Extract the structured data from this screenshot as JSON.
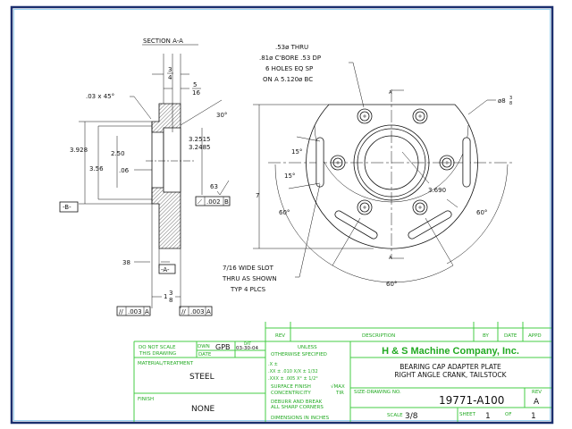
{
  "section_view": {
    "title": "SECTION A-A",
    "dim_3_4": [
      "3",
      "4"
    ],
    "dim_5_16": [
      "5",
      "16"
    ],
    "chamfer": ".03 x 45°",
    "angle_30": "30°",
    "dia_3928": "3.928",
    "dia_250": "2.50",
    "dia_356": "3.56",
    "dim_06": ".06",
    "bore_max": "3.2515",
    "bore_min": "3.2485",
    "surface_finish": "63",
    "fcf_perp": {
      "symbol": "⟋",
      "tol": ".002",
      "datum": "B"
    },
    "datum_b": "-B-",
    "dim_38": "38",
    "datum_a": "-A-",
    "dim_1_3_8": [
      "1",
      "3",
      "8"
    ],
    "fcf_left": {
      "symbol": "//",
      "tol": ".003",
      "datum": "A"
    },
    "fcf_right": {
      "symbol": "//",
      "tol": ".003",
      "datum": "A"
    }
  },
  "front_view": {
    "hole_note": [
      ".53ø THRU",
      ".81ø C'BORE .53 DP",
      "6 HOLES EQ SP",
      "ON A 5.120ø BC"
    ],
    "outer_dia": "ø8",
    "outer_dia_frac": [
      "3",
      "8"
    ],
    "angle_15a": "15°",
    "angle_15b": "15°",
    "height_7": "7",
    "angle_60_left": "60°",
    "radius_3690": "3.690",
    "angle_60_right": "60°",
    "angle_60_bottom": "60°",
    "slot_note": [
      "7/16 WIDE SLOT",
      "THRU AS SHOWN",
      "TYP 4 PLCS"
    ],
    "section_mark_top": "A",
    "section_mark_bottom": "A"
  },
  "title_block": {
    "rev_header": "REV",
    "description_header": "DESCRIPTION",
    "by_header": "BY",
    "date_header": "DATE",
    "appd_header": "APPD",
    "do_not_scale": [
      "DO NOT SCALE",
      "THIS DRAWING"
    ],
    "dwn_label": "DWN",
    "dwn_value": "GPB",
    "date_label": "DATE",
    "date_top_label": "DAT",
    "date_value": "03-30-04",
    "material_label": "MATERIAL/TREATMENT",
    "material_value": "STEEL",
    "finish_label": "FINISH",
    "finish_value": "NONE",
    "unless": [
      "UNLESS",
      "OTHERWISE SPECIFIED"
    ],
    "tolerances": [
      ".X   ±",
      ".XX  ± .010   X/X ± 1/32",
      ".XXX ± .005   X°  ± 1/2°"
    ],
    "surface_finish": "SURFACE FINISH",
    "surface_finish_value": "√MAX",
    "concentricity": "CONCENTRICITY",
    "concentricity_value": "TIR",
    "deburr": [
      "DEBURR AND BREAK",
      "ALL SHARP CORNERS"
    ],
    "dimensions": "DIMENSIONS IN INCHES",
    "company": "H & S Machine Company, Inc.",
    "part_title": [
      "BEARING CAP ADAPTER PLATE",
      "RIGHT ANGLE CRANK, TAILSTOCK"
    ],
    "size_drawing_label": "SIZE-DRAWING NO.",
    "drawing_no": "19771-A100",
    "rev_label": "REV",
    "rev_value": "A",
    "scale_label": "SCALE",
    "scale_value": "3/8",
    "sheet_label": "SHEET",
    "sheet_value": "1",
    "of_label": "OF",
    "of_value": "1"
  },
  "colors": {
    "frame": "#1b2f6e",
    "title_lines": "#44cc44",
    "title_text_green": "#22aa22",
    "company": "#22aa22"
  }
}
